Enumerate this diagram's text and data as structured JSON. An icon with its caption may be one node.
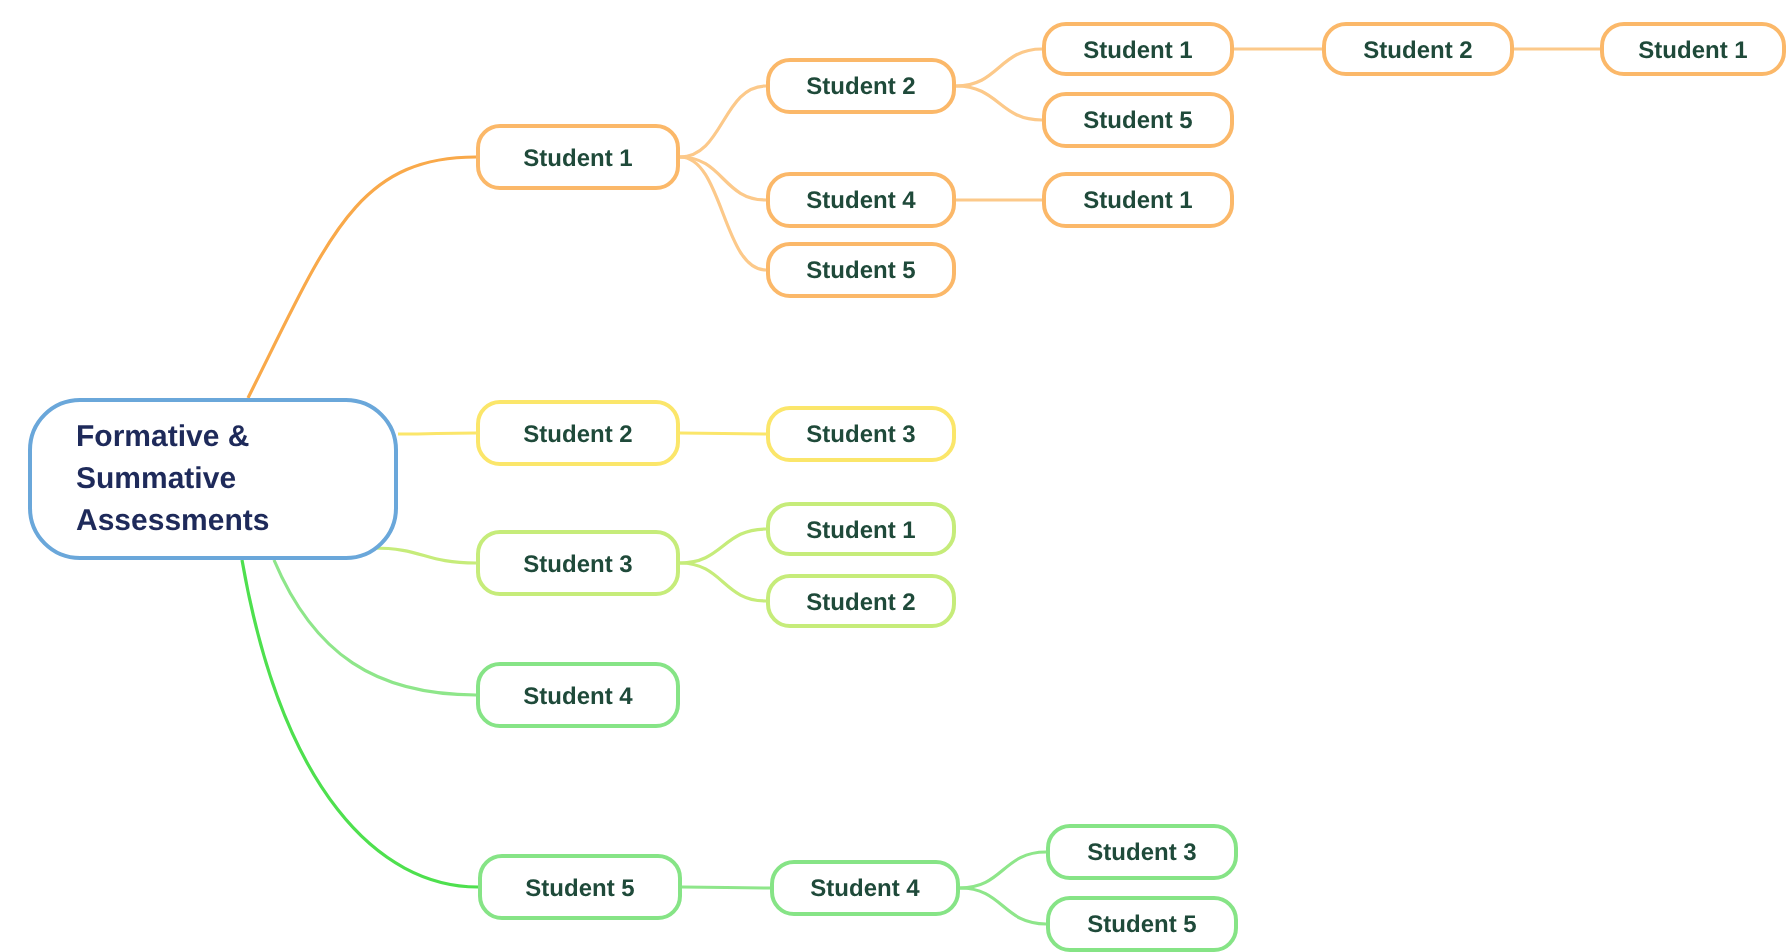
{
  "diagram": {
    "nodes": [
      {
        "text": [
          "Formative & Summative Assessments"
        ]
      },
      {
        "text": [
          "Student 1"
        ]
      },
      {
        "text": [
          "Student 2"
        ]
      },
      {
        "text": [
          "Student 1"
        ]
      },
      {
        "text": [
          "Student 2"
        ]
      },
      {
        "text": [
          "Student 1"
        ]
      },
      {
        "text": [
          "Student 5"
        ]
      },
      {
        "text": [
          "Student 4"
        ]
      },
      {
        "text": [
          "Student 1"
        ]
      },
      {
        "text": [
          "Student 5"
        ]
      },
      {
        "text": [
          "Student 2"
        ]
      },
      {
        "text": [
          "Student 3"
        ]
      },
      {
        "text": [
          "Student 3"
        ]
      },
      {
        "text": [
          "Student 1"
        ]
      },
      {
        "text": [
          "Student 2"
        ]
      },
      {
        "text": [
          "Student 4"
        ]
      },
      {
        "text": [
          "Student 5"
        ]
      },
      {
        "text": [
          "Student 4"
        ]
      },
      {
        "text": [
          "Student 3"
        ]
      },
      {
        "text": [
          "Student 5"
        ]
      }
    ],
    "edges": [
      {
        "from": 0,
        "to": 1,
        "arrow": "none",
        "color": "#f9a94a"
      },
      {
        "from": 1,
        "to": 2,
        "arrow": "none"
      },
      {
        "from": 2,
        "to": 3,
        "arrow": "none"
      },
      {
        "from": 3,
        "to": 4,
        "arrow": "none"
      },
      {
        "from": 4,
        "to": 5,
        "arrow": "none"
      },
      {
        "from": 2,
        "to": 6,
        "arrow": "none"
      },
      {
        "from": 1,
        "to": 7,
        "arrow": "none"
      },
      {
        "from": 7,
        "to": 8,
        "arrow": "none"
      },
      {
        "from": 1,
        "to": 9,
        "arrow": "none"
      },
      {
        "from": 0,
        "to": 10,
        "arrow": "none",
        "color": "#fbe66a"
      },
      {
        "from": 10,
        "to": 11,
        "arrow": "none",
        "color": "#fbe66a"
      },
      {
        "from": 0,
        "to": 12,
        "arrow": "none",
        "color": "#c6ec7a"
      },
      {
        "from": 12,
        "to": 13,
        "arrow": "none",
        "color": "#c6ec7a"
      },
      {
        "from": 12,
        "to": 14,
        "arrow": "none",
        "color": "#c6ec7a"
      },
      {
        "from": 0,
        "to": 15,
        "arrow": "none",
        "color": "#8ee68a"
      },
      {
        "from": 0,
        "to": 16,
        "arrow": "none",
        "color": "#4ee04e"
      },
      {
        "from": 16,
        "to": 17,
        "arrow": "none",
        "color": "#8ee68a"
      },
      {
        "from": 17,
        "to": 18,
        "arrow": "none",
        "color": "#8ee68a"
      },
      {
        "from": 17,
        "to": 19,
        "arrow": "none",
        "color": "#8ee68a"
      }
    ]
  }
}
